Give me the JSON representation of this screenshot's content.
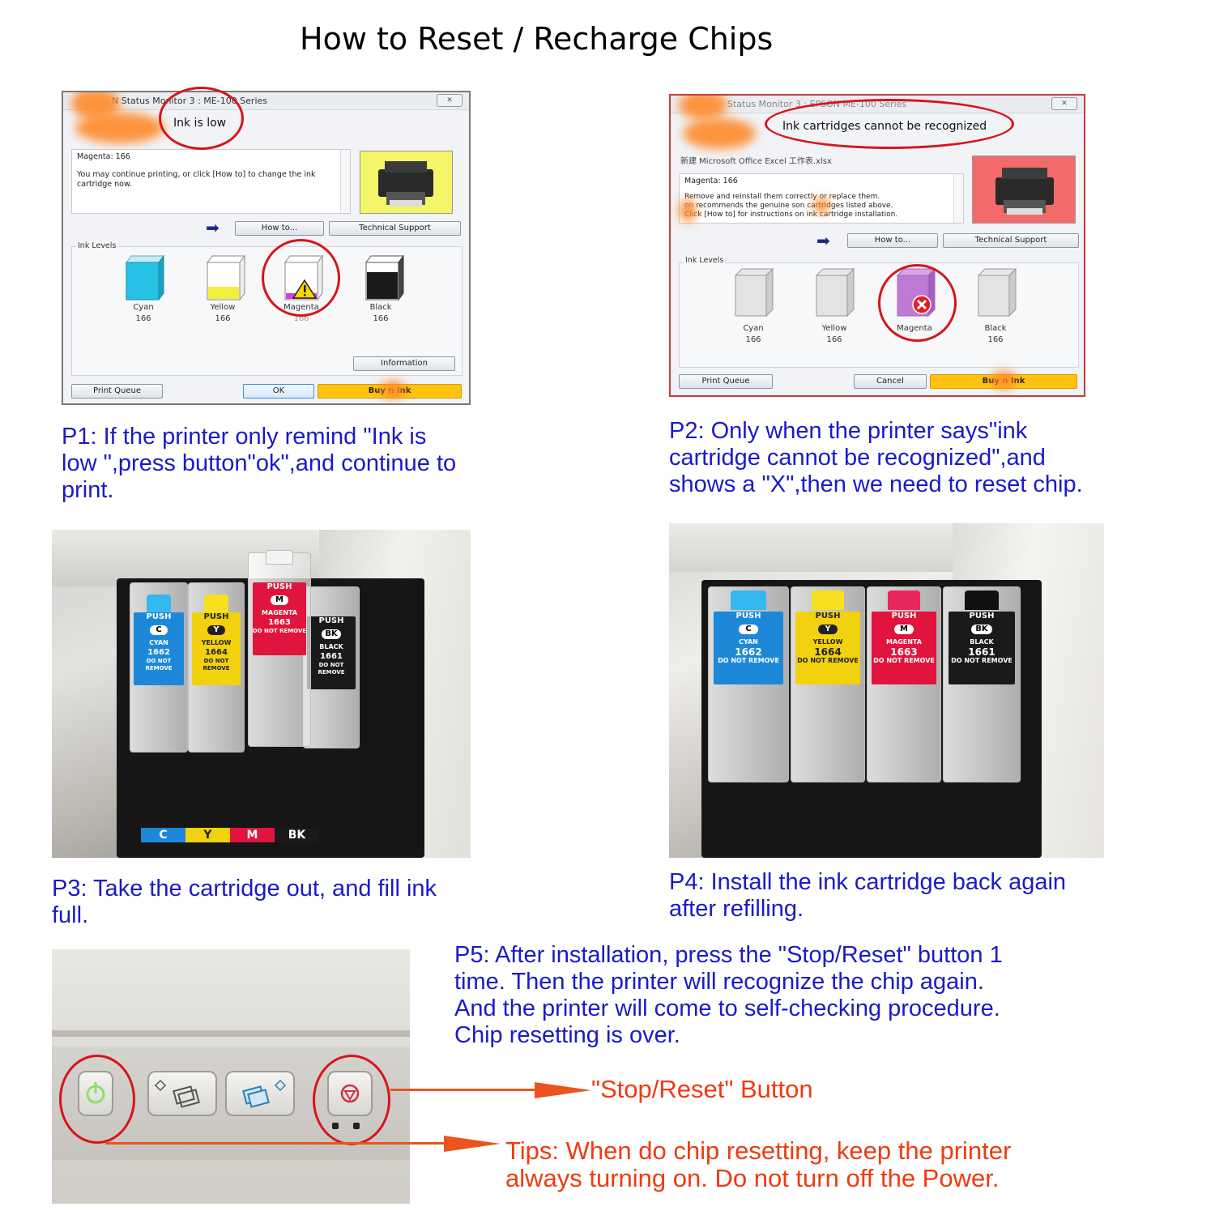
{
  "page_title": "How to Reset / Recharge Chips",
  "dialog1": {
    "title": "N Status Monitor 3 :  ME-100 Series",
    "close": "✕",
    "status": "Ink is low",
    "message_header": "Magenta: 166",
    "message_body": "You may continue printing, or click [How to] to change the ink cartridge now.",
    "how_to": "How to...",
    "tech_support": "Technical Support",
    "ink_levels": "Ink Levels",
    "cartridges": [
      {
        "name": "Cyan",
        "code": "166"
      },
      {
        "name": "Yellow",
        "code": "166"
      },
      {
        "name": "Magenta",
        "code": "166"
      },
      {
        "name": "Black",
        "code": "166"
      }
    ],
    "information": "Information",
    "print_queue": "Print Queue",
    "ok": "OK",
    "buy": "Buy    n Ink"
  },
  "dialog2": {
    "title": "Status Monitor 3 : EPSON ME-100 Series",
    "close": "✕",
    "status": "Ink cartridges cannot be recognized",
    "file": "新建 Microsoft Office Excel 工作表.xlsx",
    "message_header": "Magenta: 166",
    "message_line1": "Remove and reinstall them correctly or replace them.",
    "message_line2": "  on recommends the genuine    son cartridges listed above.",
    "message_line3": "Click [How to] for instructions on ink cartridge installation.",
    "how_to": "How to...",
    "tech_support": "Technical Support",
    "ink_levels": "Ink Levels",
    "cartridges": [
      {
        "name": "Cyan",
        "code": "166"
      },
      {
        "name": "Yellow",
        "code": "166"
      },
      {
        "name": "Magenta",
        "code": ""
      },
      {
        "name": "Black",
        "code": "166"
      }
    ],
    "print_queue": "Print Queue",
    "cancel": "Cancel",
    "buy": "Buy    n Ink"
  },
  "captions": {
    "p1": [
      "P1: If the printer only remind \"Ink is",
      "low \",press button\"ok\",and continue to",
      "print."
    ],
    "p2": [
      "P2: Only when the printer says\"ink",
      "cartridge cannot be recognized\",and",
      "shows a \"X\",then we need to reset chip."
    ],
    "p3": [
      "P3: Take the cartridge out, and fill ink",
      "full."
    ],
    "p4": [
      "P4: Install the ink cartridge back again",
      "after refilling."
    ],
    "p5": [
      "P5:  After installation, press the \"Stop/Reset\" button 1",
      "time. Then the printer will recognize the chip again.",
      "And the printer will come to self-checking procedure.",
      "Chip resetting is over."
    ]
  },
  "photo_cartridges": [
    {
      "color_name": "CYAN",
      "letter": "C",
      "code": "1662",
      "note": "DO NOT REMOVE",
      "push": "PUSH",
      "color": "#1e88d8",
      "top": "#35b7f0"
    },
    {
      "color_name": "YELLOW",
      "letter": "Y",
      "code": "1664",
      "note": "DO NOT REMOVE",
      "push": "PUSH",
      "color": "#f2d10f",
      "top": "#f7e020"
    },
    {
      "color_name": "MAGENTA",
      "letter": "M",
      "code": "1663",
      "note": "DO NOT REMOVE",
      "push": "PUSH",
      "color": "#e0143d",
      "top": "#e8285a"
    },
    {
      "color_name": "BLACK",
      "letter": "BK",
      "code": "1661",
      "note": "DO NOT REMOVE",
      "push": "PUSH",
      "color": "#1a1a1a",
      "top": "#111111"
    }
  ],
  "tray_strip": {
    "c": "C",
    "y": "Y",
    "m": "M",
    "bk": "BK"
  },
  "stop_reset_label": "\"Stop/Reset\" Button",
  "tips": [
    "Tips:  When do chip resetting, keep the printer",
    "always turning on. Do not turn off the Power."
  ],
  "colors": {
    "caption_blue": "#1a1ac9",
    "annotation_red": "#f03a10",
    "circle_red": "#d8141b",
    "buy_yellow": "#ffc20e"
  }
}
